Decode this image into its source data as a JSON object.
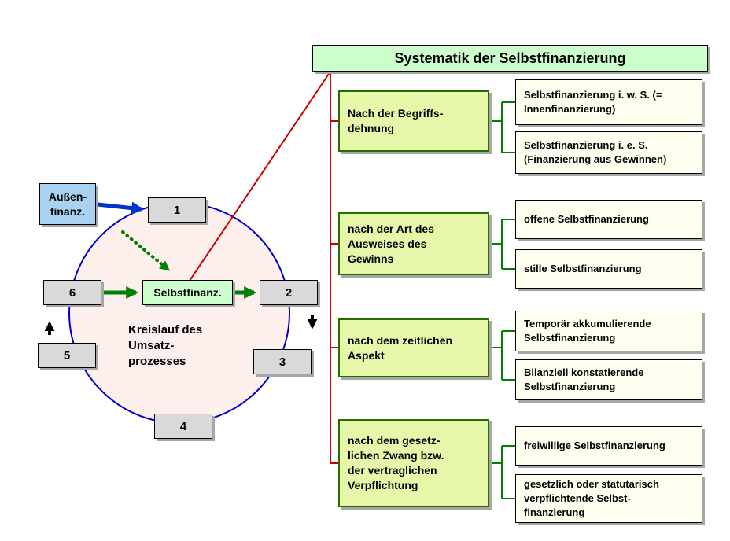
{
  "title": "Systematik der Selbstfinanzierung",
  "cycle": {
    "caption": "Kreislauf des\nUmsatz-\nprozesses",
    "aussenfinanz": "Außen-\nfinanz.",
    "selbstfinanz": "Selbstfinanz.",
    "nodes": [
      "1",
      "2",
      "3",
      "4",
      "5",
      "6"
    ]
  },
  "categories": [
    {
      "label": "Nach der Begriffs-\ndehnung",
      "children": [
        "Selbstfinanzierung i. w. S. (=\nInnenfinanzierung)",
        "Selbstfinanzierung i. e. S.\n(Finanzierung aus Gewinnen)"
      ]
    },
    {
      "label": "nach der Art des\nAusweises des\nGewinns",
      "children": [
        "offene Selbstfinanzierung",
        "stille Selbstfinanzierung"
      ]
    },
    {
      "label": "nach dem zeitlichen\nAspekt",
      "children": [
        "Temporär akkumulierende\nSelbstfinanzierung",
        "Bilanziell konstatierende\nSelbstfinanzierung"
      ]
    },
    {
      "label": "nach dem gesetz-\nlichen Zwang bzw.\nder vertraglichen\nVerpflichtung",
      "children": [
        "freiwillige Selbstfinanzierung",
        "gesetzlich oder statutarisch\nverpflichtende Selbst-\nfinanzierung"
      ]
    }
  ],
  "colors": {
    "title_bg": "#ccffcc",
    "category_bg": "#e6f7a9",
    "category_border": "#246e00",
    "leaf_bg": "#fffff0",
    "node_bg": "#d9d9d9",
    "aussen_bg": "#a8d2f0",
    "selbst_bg": "#ccffcc",
    "red_line": "#cc0000",
    "green_line": "#008000",
    "blue_arrow": "#0033cc",
    "circle_stroke": "#0000cc",
    "circle_fill": "#fdf0ec"
  }
}
